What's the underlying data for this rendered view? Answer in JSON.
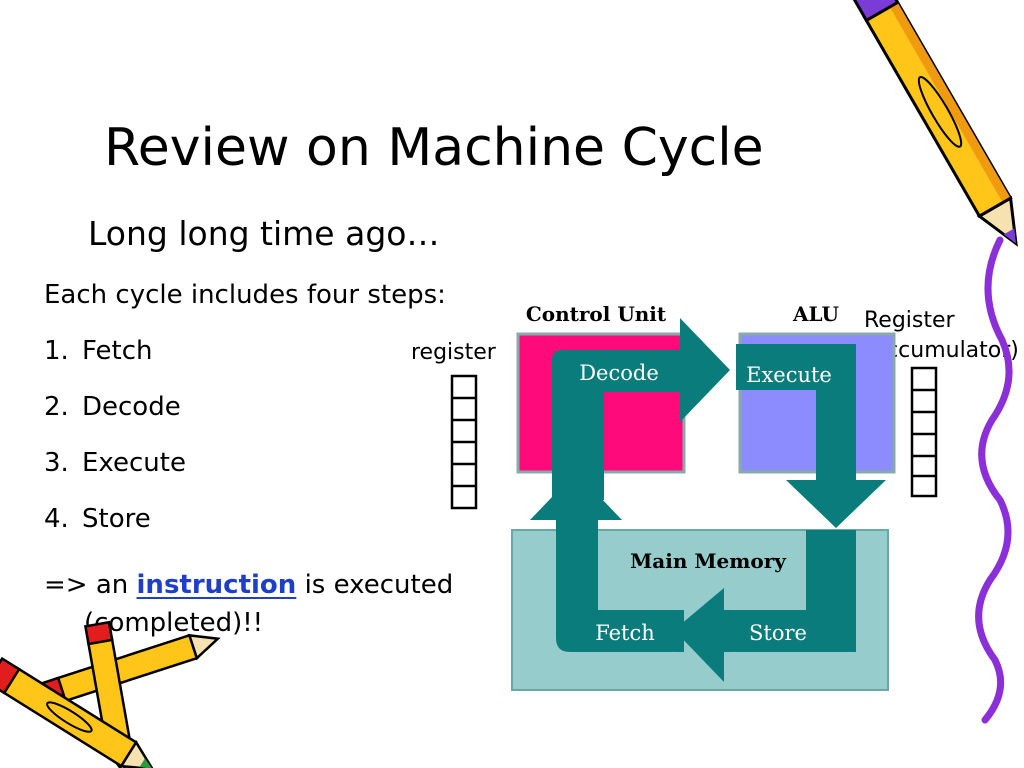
{
  "slide": {
    "title": "Review on Machine Cycle",
    "subtitle": "Long long time ago…",
    "intro": "Each cycle includes four steps:",
    "steps": [
      {
        "num": "1.",
        "label": "Fetch"
      },
      {
        "num": "2.",
        "label": "Decode"
      },
      {
        "num": "3.",
        "label": "Execute"
      },
      {
        "num": "4.",
        "label": "Store"
      }
    ],
    "conclusion": {
      "prefix": "=> an",
      "keyword": "instruction",
      "suffix": "is executed",
      "continuation": "(completed)!!"
    }
  },
  "diagram": {
    "control_unit_label": "Control Unit",
    "alu_label": "ALU",
    "main_memory_label": "Main Memory",
    "register_label": "register",
    "register_acc_line1": "Register",
    "register_acc_line2": "(accumulator)",
    "stages": {
      "decode": "Decode",
      "execute": "Execute",
      "fetch": "Fetch",
      "store": "Store"
    },
    "colors": {
      "control_unit": "#ff0a7a",
      "alu": "#8c8cff",
      "main_memory": "#96cccc",
      "arrow": "#0a7c7c",
      "arrow_text": "#ffffff",
      "keyword": "#1f3fc8",
      "pencil_body": "#ffc619",
      "pencil_dark": "#7a3bd6",
      "pencil_tip": "#e21d1d"
    },
    "icons": [
      "pencil-icon",
      "pencils-cluster-icon",
      "vine-decoration"
    ]
  }
}
